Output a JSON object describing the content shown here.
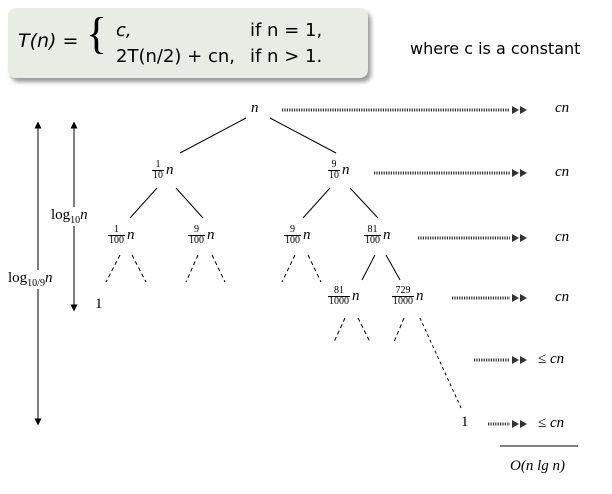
{
  "recurrence": {
    "lhs": "T(n) =",
    "case1_expr": "c,",
    "case1_cond": "if n = 1,",
    "case2_expr": "2T(n/2) + cn,",
    "case2_cond": "if n > 1."
  },
  "note": "where c is a constant",
  "tree": {
    "root": "n",
    "var": "n",
    "level1": [
      {
        "num": "1",
        "den": "10"
      },
      {
        "num": "9",
        "den": "10"
      }
    ],
    "level2": [
      {
        "num": "1",
        "den": "100"
      },
      {
        "num": "9",
        "den": "100"
      },
      {
        "num": "9",
        "den": "100"
      },
      {
        "num": "81",
        "den": "100"
      }
    ],
    "level3": [
      {
        "num": "81",
        "den": "1000"
      },
      {
        "num": "729",
        "den": "1000"
      }
    ],
    "leaf_left": "1",
    "leaf_right": "1"
  },
  "costs": [
    "cn",
    "cn",
    "cn",
    "cn",
    "≤ cn",
    "≤ cn"
  ],
  "total": "O(n lg n)",
  "height_labels": {
    "short_base": "log",
    "short_sub": "10",
    "long_base": "log",
    "long_sub": "10/9",
    "var": "n"
  }
}
